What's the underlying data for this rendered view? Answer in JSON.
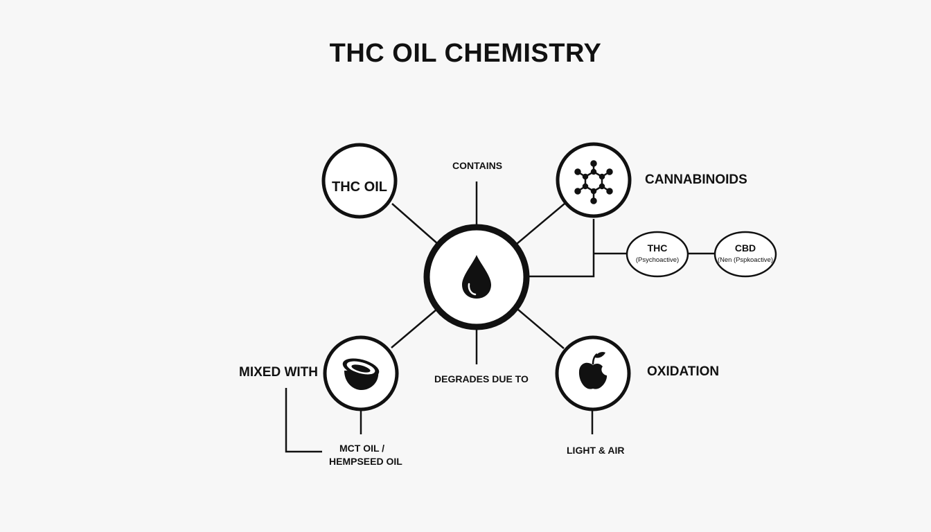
{
  "title": "THC OIL CHEMISTRY",
  "nodes": {
    "thc_oil": "THC OIL",
    "cannabinoids": "CANNABINOIDS",
    "mixed_with": "MIXED WITH",
    "oxidation": "OXIDATION"
  },
  "edge_labels": {
    "contains": "CONTAINS",
    "degrades": "DEGRADES DUE TO",
    "light_air": "LIGHT & AIR",
    "carrier_line1": "MCT OIL /",
    "carrier_line2": "HEMPSEED OIL"
  },
  "sub_nodes": {
    "thc_title": "THC",
    "thc_sub": "(Psychoactive)",
    "cbd_title": "CBD",
    "cbd_sub": "(Nen (Pspkoactive)"
  },
  "icons": {
    "center": "oil-drop-icon",
    "cannabinoids": "molecule-icon",
    "mixed_with": "coconut-icon",
    "oxidation": "bitten-apple-icon"
  },
  "colors": {
    "stroke": "#111111",
    "background": "#f7f7f7"
  }
}
